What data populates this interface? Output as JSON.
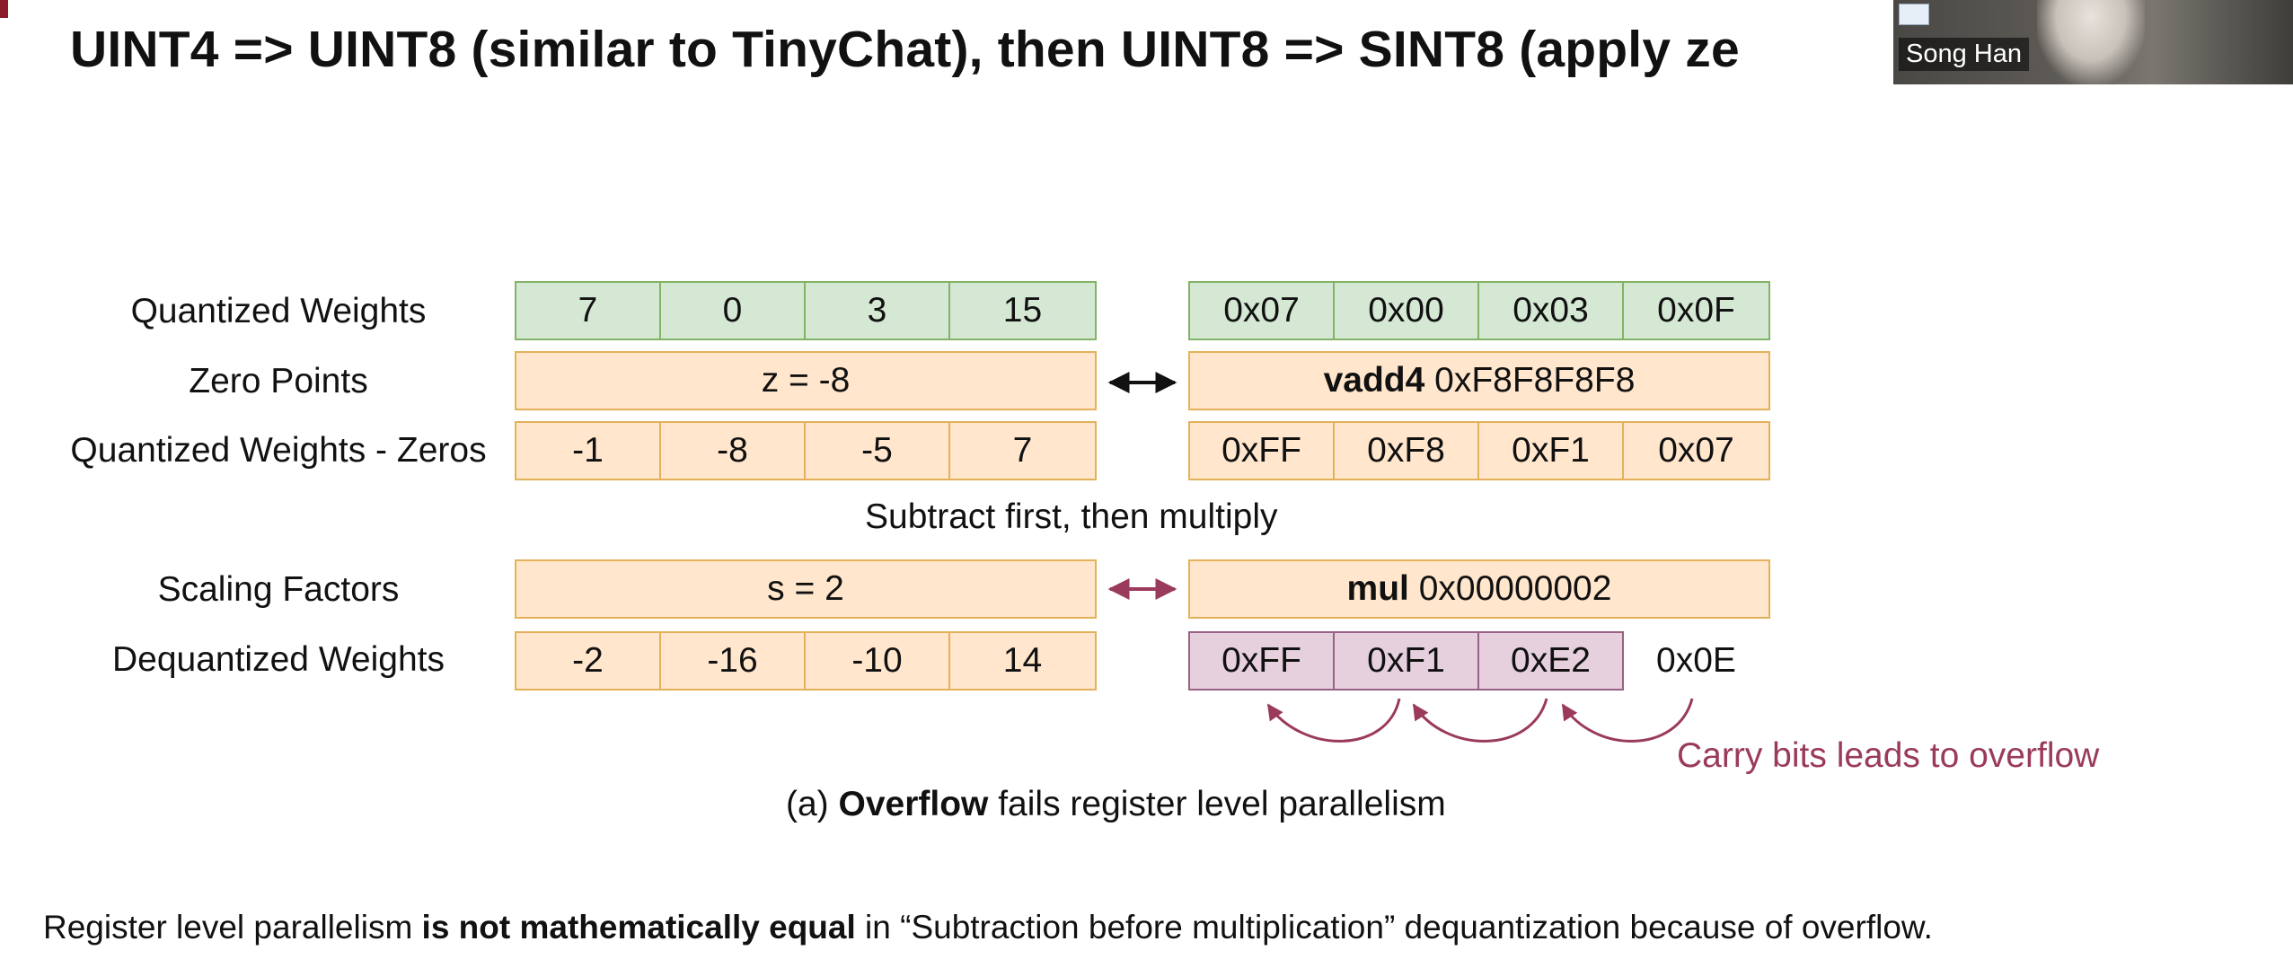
{
  "title": "UINT4 => UINT8 (similar to TinyChat), then UINT8 => SINT8 (apply ze",
  "webcam": {
    "name": "Song Han"
  },
  "colors": {
    "accent": "#8b1a2b",
    "green_fill": "#d5e8d4",
    "green_border": "#82b366",
    "orange_fill": "#ffe6cc",
    "orange_border": "#e3b15a",
    "pink_fill": "#e6d0de",
    "pink_border": "#996185",
    "carry_text": "#9a3a5c"
  },
  "rows": {
    "quantized_weights": {
      "label": "Quantized Weights",
      "left": [
        "7",
        "0",
        "3",
        "15"
      ],
      "right": [
        "0x07",
        "0x00",
        "0x03",
        "0x0F"
      ]
    },
    "zero_points": {
      "label": "Zero Points",
      "left": "z = -8",
      "right_bold": "vadd4",
      "right_rest": " 0xF8F8F8F8"
    },
    "weights_minus_zeros": {
      "label": "Quantized Weights - Zeros",
      "left": [
        "-1",
        "-8",
        "-5",
        "7"
      ],
      "right": [
        "0xFF",
        "0xF8",
        "0xF1",
        "0x07"
      ]
    },
    "scaling_factors": {
      "label": "Scaling Factors",
      "left": "s = 2",
      "right_bold": "mul",
      "right_rest": " 0x00000002"
    },
    "dequantized_weights": {
      "label": "Dequantized Weights",
      "left": [
        "-2",
        "-16",
        "-10",
        "14"
      ],
      "right": [
        "0xFF",
        "0xF1",
        "0xE2",
        "0x0E"
      ]
    }
  },
  "subtract_note": "Subtract first, then multiply",
  "carry_note": "Carry bits leads to overflow",
  "caption": {
    "prefix": "(a) ",
    "bold": "Overflow",
    "rest": " fails register level parallelism"
  },
  "footer": {
    "pre": "Register level parallelism ",
    "bold": "is not mathematically equal",
    "post": " in “Subtraction before multiplication” dequantization because of overflow."
  }
}
